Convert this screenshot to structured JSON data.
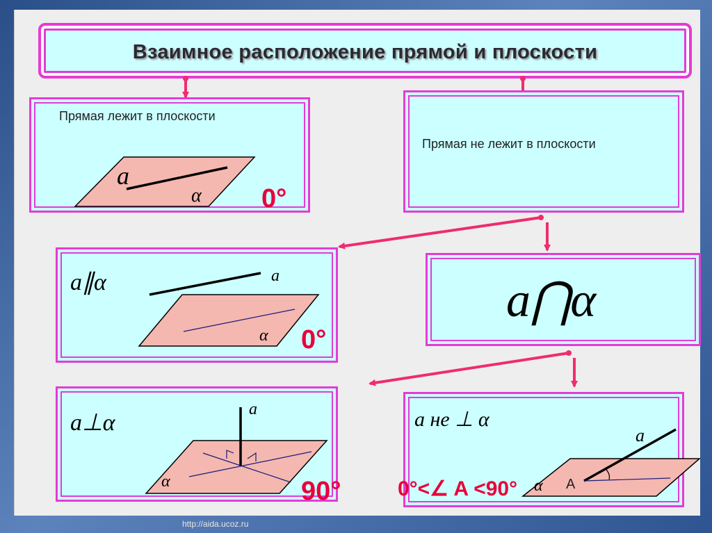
{
  "title": "Взаимное расположение прямой и плоскости",
  "boxes": {
    "lies": {
      "text": "Прямая лежит в плоскости",
      "line": "a",
      "plane": "α",
      "angle": "0°"
    },
    "not_lies": {
      "text": "Прямая не лежит в плоскости"
    },
    "parallel": {
      "relation": "a∥α",
      "line": "a",
      "plane": "α",
      "angle": "0°"
    },
    "intersect": {
      "relation": "a⋂α"
    },
    "perpendicular": {
      "relation": "a⊥α",
      "line": "a",
      "plane": "α",
      "angle": "90°"
    },
    "oblique": {
      "relation": "a не ⊥ α",
      "line": "a",
      "plane": "α",
      "point": "A",
      "angle": "0°<∠ A <90°"
    }
  },
  "colors": {
    "box_fill": "#ccffff",
    "border": "#e43bd6",
    "plane": "#f4b8b0",
    "arrow": "#ef2c6e",
    "angle": "#e8003a"
  },
  "footer": "http://aida.ucoz.ru"
}
